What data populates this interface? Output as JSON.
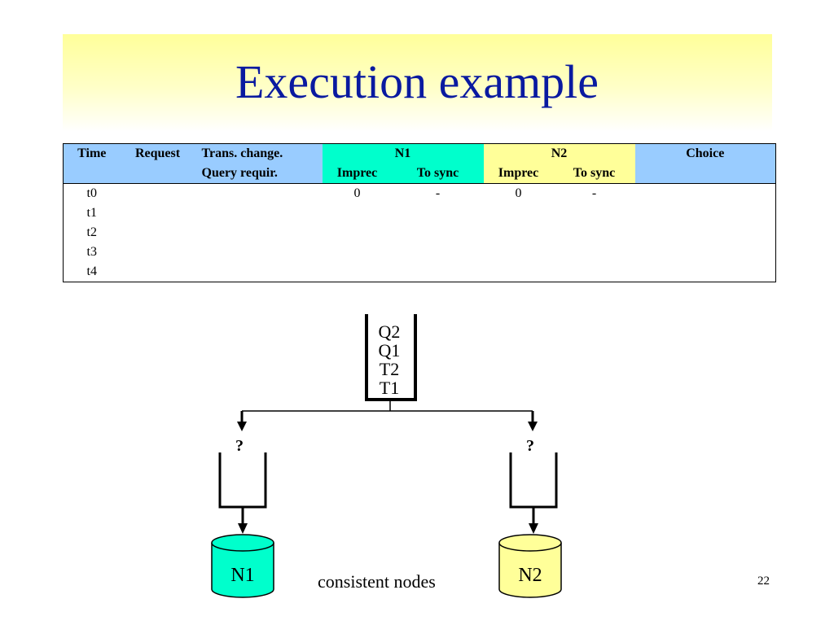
{
  "slide": {
    "title": "Execution example",
    "page_number": "22",
    "caption": "consistent nodes"
  },
  "table": {
    "header_row1": [
      "Time",
      "Request",
      "Trans. change.",
      "N1",
      "N2",
      "Choice"
    ],
    "header_row2": [
      "Query requir.",
      "Imprec",
      "To sync",
      "Imprec",
      "To sync"
    ],
    "rows": [
      {
        "time": "t0",
        "n1_imprec": "0",
        "n1_sync": "-",
        "n2_imprec": "0",
        "n2_sync": "-"
      },
      {
        "time": "t1"
      },
      {
        "time": "t2"
      },
      {
        "time": "t3"
      },
      {
        "time": "t4"
      }
    ]
  },
  "queue": {
    "items": [
      "Q2",
      "Q1",
      "T2",
      "T1"
    ]
  },
  "nodes": {
    "left_node": {
      "question": "?",
      "label": "N1",
      "color": "#00ffcc"
    },
    "right_node": {
      "question": "?",
      "label": "N2",
      "color": "#ffff99"
    }
  }
}
